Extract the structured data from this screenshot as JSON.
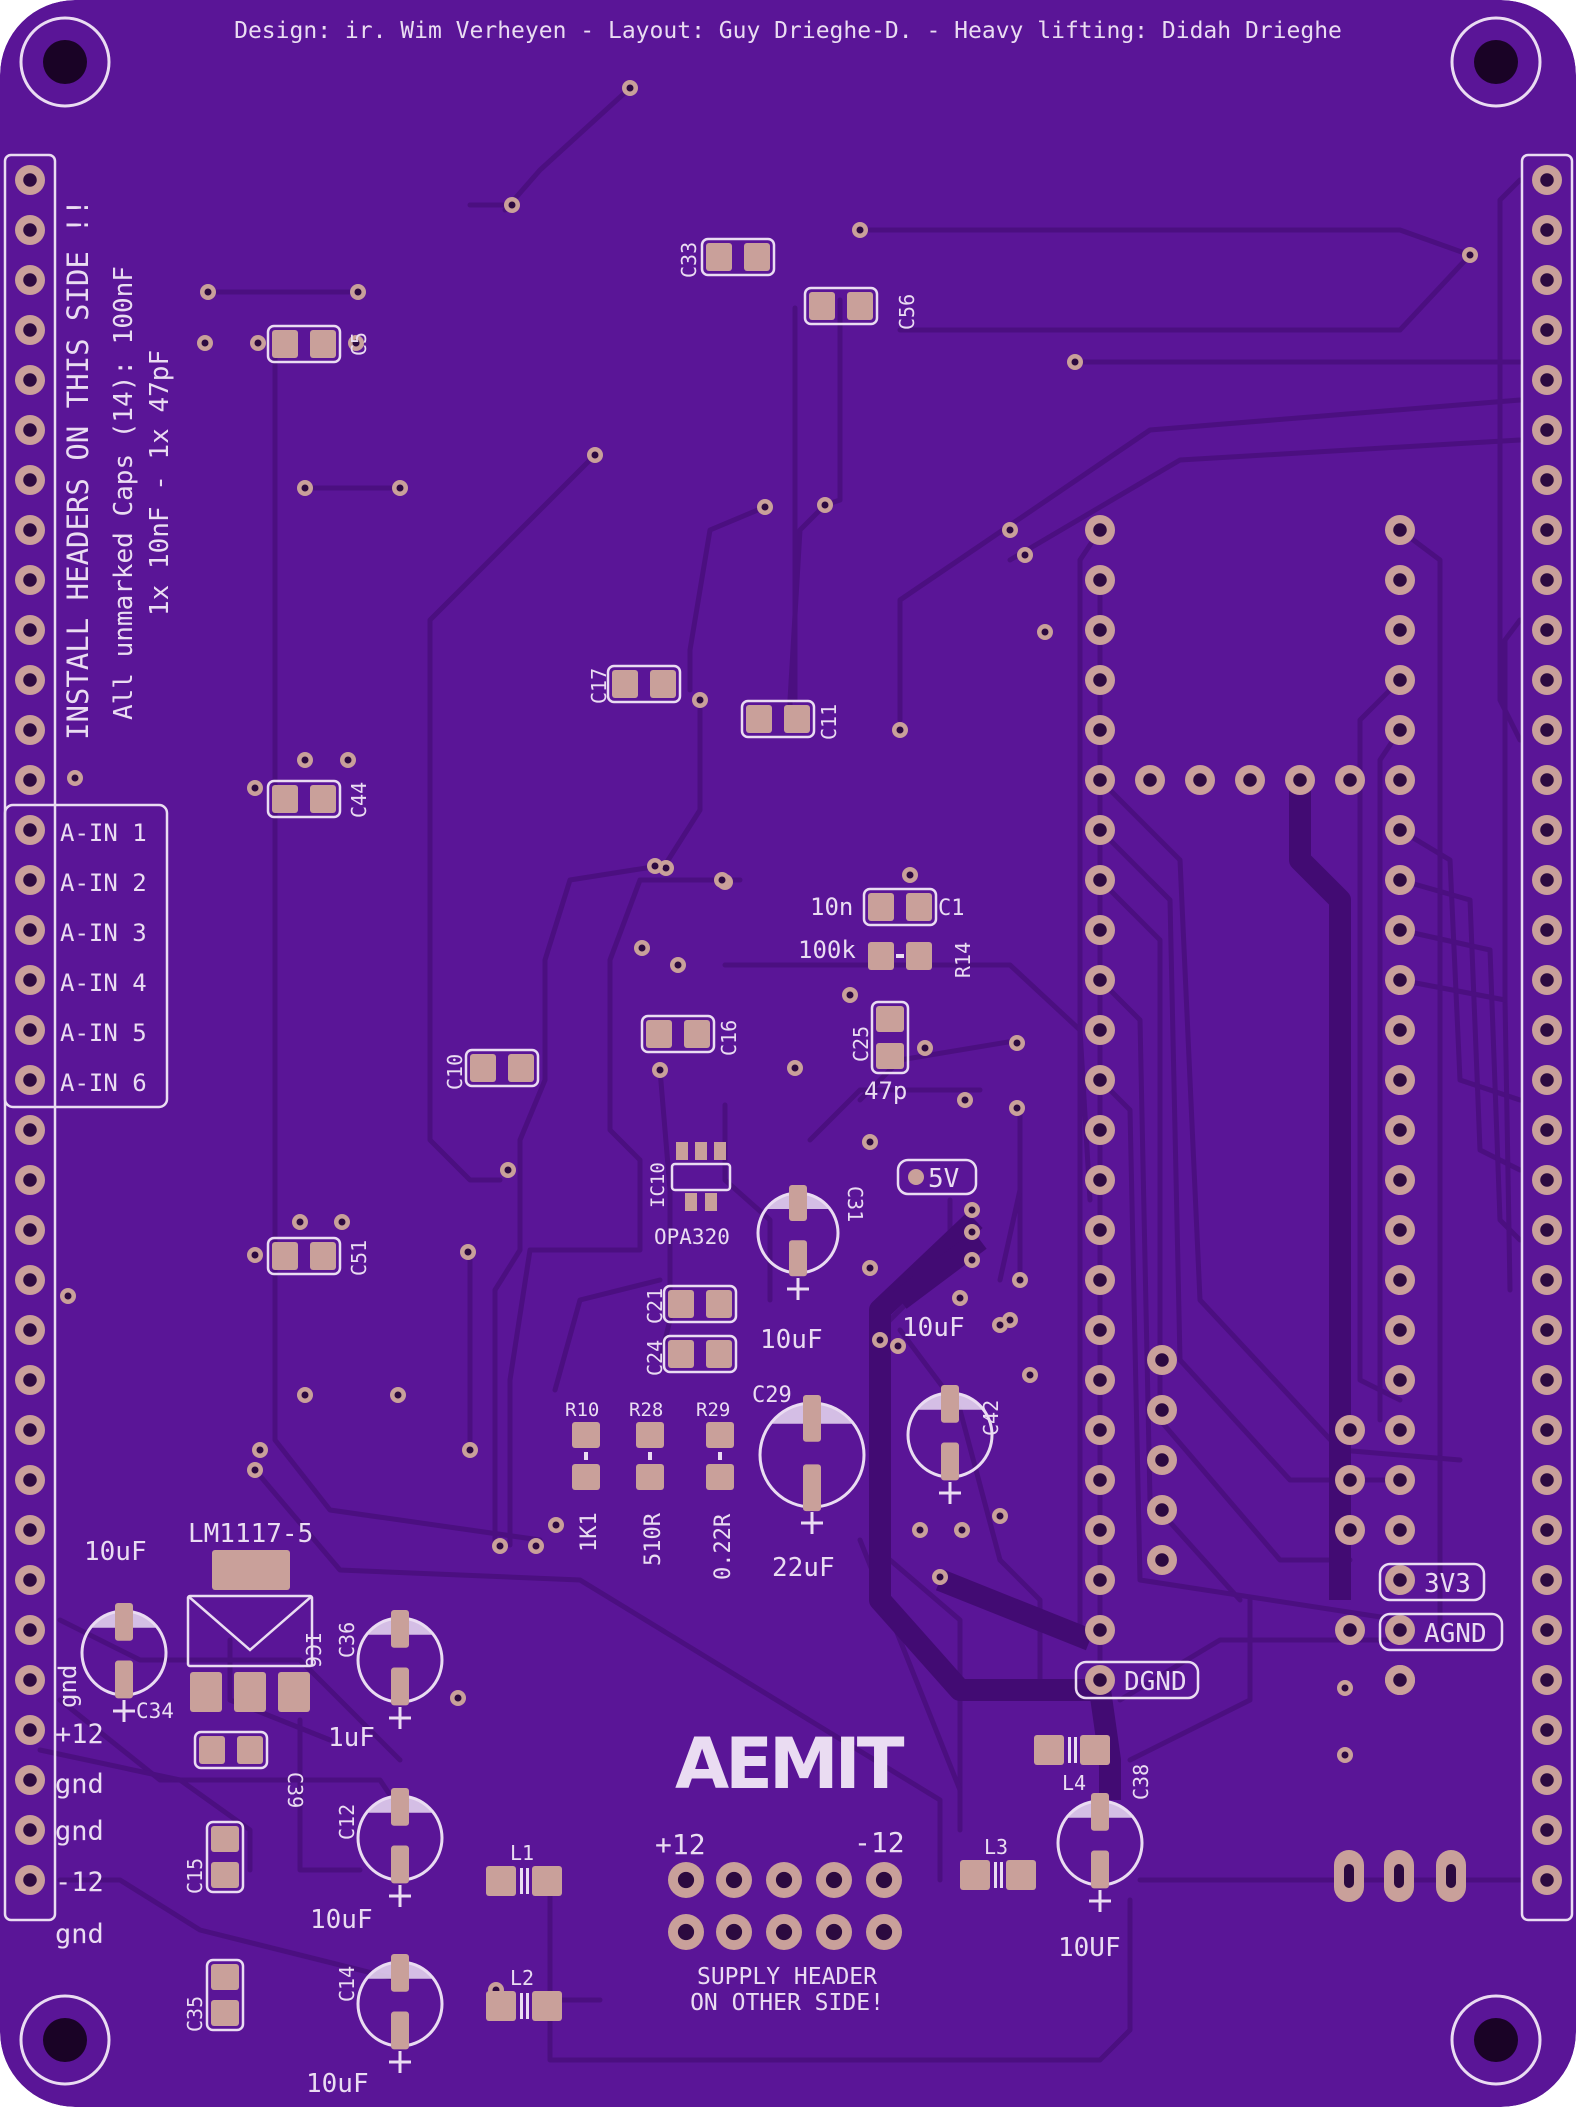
{
  "colors": {
    "board": "#5a1597",
    "trace": "#4b0f80",
    "silkscreen": "#eadcf2",
    "pad": "#c9a09a",
    "mount_hole": "#1a0326"
  },
  "credits": "Design: ir. Wim Verheyen - Layout: Guy Drieghe-D. - Heavy lifting: Didah Drieghe",
  "notes": {
    "line1": "INSTALL HEADERS ON THIS SIDE !!",
    "line2": "All unmarked Caps (14): 100nF",
    "line3": "1x 10nF - 1x 47pF"
  },
  "analog_inputs": [
    "A-IN 1",
    "A-IN 2",
    "A-IN 3",
    "A-IN 4",
    "A-IN 5",
    "A-IN 6"
  ],
  "power_pins": [
    "gnd",
    "+12",
    "gnd",
    "gnd",
    "-12",
    "gnd"
  ],
  "refdes": {
    "c5": "C5",
    "c33": "C33",
    "c56": "C56",
    "c44": "C44",
    "c17": "C17",
    "c11": "C11",
    "c1": "C1",
    "r14": "R14",
    "c25": "C25",
    "c16": "C16",
    "c10": "C10",
    "ic10": "IC10",
    "c31": "C31",
    "c51": "C51",
    "c21": "C21",
    "c24": "C24",
    "c29": "C29",
    "c42": "C42",
    "r10": "R10",
    "r28": "R28",
    "r29": "R29",
    "ic6": "IC6",
    "c34": "C34",
    "c36": "C36",
    "c39": "C39",
    "c12": "C12",
    "c15": "C15",
    "l1": "L1",
    "l2": "L2",
    "l3": "L3",
    "l4": "L4",
    "c38": "C38",
    "c14": "C14",
    "c35": "C35"
  },
  "values": {
    "c1": "10n",
    "r14": "100k",
    "c25": "47p",
    "ic10": "OPA320",
    "c31": "10uF",
    "c42": "10uF",
    "c29": "22uF",
    "r10": "1K1",
    "r28": "510R",
    "r29": "0.22R",
    "regulator": "LM1117-5",
    "c34": "10uF",
    "c36": "1uF",
    "c12": "10uF",
    "c14": "10uF",
    "c38": "10UF"
  },
  "net_labels": {
    "v5": "5V",
    "v3v3": "3V3",
    "agnd": "AGND",
    "dgnd": "DGND"
  },
  "supply_header": {
    "plus12": "+12",
    "minus12": "-12",
    "line1": "SUPPLY HEADER",
    "line2": "ON OTHER SIDE!"
  },
  "logo": "AEMIT"
}
